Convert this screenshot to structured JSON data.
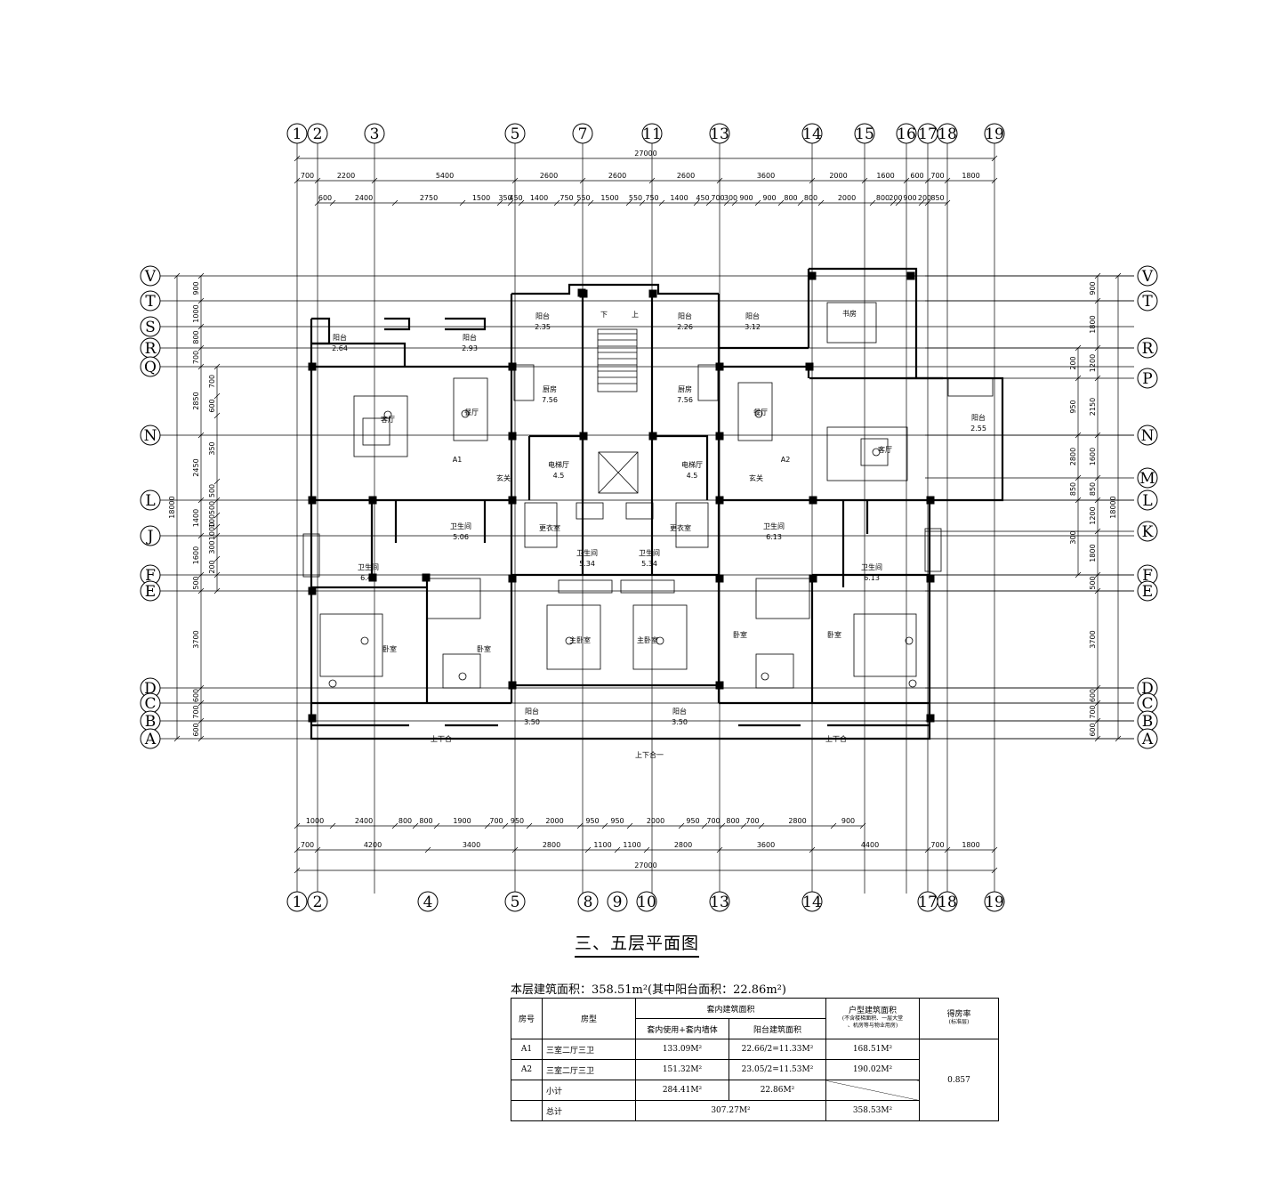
{
  "title": "三、五层平面图",
  "area_summary": "本层建筑面积：358.51m²(其中阳台面积：22.86m²)",
  "axes": {
    "top": [
      "1",
      "2",
      "3",
      "5",
      "7",
      "11",
      "13",
      "14",
      "15",
      "16",
      "17",
      "18",
      "19"
    ],
    "bottom": [
      "1",
      "2",
      "4",
      "5",
      "8",
      "9",
      "10",
      "13",
      "14",
      "17",
      "18",
      "19"
    ],
    "left": [
      "V",
      "T",
      "S",
      "R",
      "Q",
      "N",
      "L",
      "J",
      "F",
      "E",
      "D",
      "C",
      "B",
      "A"
    ],
    "right": [
      "V",
      "T",
      "R",
      "P",
      "N",
      "M",
      "L",
      "K",
      "F",
      "E",
      "D",
      "C",
      "B",
      "A"
    ]
  },
  "dims": {
    "top_total": "27000",
    "top_row1": [
      "700",
      "2200",
      "5400",
      "2600",
      "2600",
      "2600",
      "3600",
      "2000",
      "1600",
      "600",
      "700",
      "1800"
    ],
    "top_row2": [
      "600",
      "2400",
      "2750",
      "1500",
      "350",
      "450",
      "1400",
      "750",
      "550",
      "1500",
      "550",
      "750",
      "1400",
      "450",
      "700",
      "300",
      "900",
      "900",
      "800",
      "800",
      "2000",
      "800",
      "200",
      "900",
      "200",
      "850"
    ],
    "bottom_total": "27000",
    "bottom_row1": [
      "1000",
      "2400",
      "800",
      "800",
      "1900",
      "700",
      "950",
      "2000",
      "950",
      "950",
      "2000",
      "950",
      "700",
      "800",
      "700",
      "2800",
      "900"
    ],
    "bottom_row2": [
      "700",
      "4200",
      "3400",
      "2800",
      "1100",
      "1100",
      "2800",
      "3600",
      "4400",
      "700",
      "1800"
    ],
    "left_total": "18000",
    "left_dims": [
      "900",
      "1000",
      "800",
      "700",
      "2850",
      "2450",
      "1400",
      "1600",
      "500",
      "3700",
      "600",
      "700",
      "600"
    ],
    "left_inner": [
      "700",
      "600",
      "350",
      "500",
      "500",
      "100",
      "1000",
      "300",
      "200"
    ],
    "right_total": "18000",
    "right_dims": [
      "900",
      "1800",
      "1200",
      "2150",
      "1600",
      "850",
      "1200",
      "1800",
      "500",
      "3700",
      "600",
      "700",
      "600"
    ],
    "right_inner": [
      "200",
      "950",
      "2800",
      "850",
      "300"
    ]
  },
  "rooms": [
    {
      "label": "阳台",
      "area": "2.64"
    },
    {
      "label": "阳台",
      "area": "2.93"
    },
    {
      "label": "阳台",
      "area": "2.35"
    },
    {
      "label": "阳台",
      "area": "2.26"
    },
    {
      "label": "阳台",
      "area": "3.12"
    },
    {
      "label": "书房",
      "area": ""
    },
    {
      "label": "厨房",
      "area": "7.56"
    },
    {
      "label": "厨房",
      "area": "7.56"
    },
    {
      "label": "客厅",
      "area": ""
    },
    {
      "label": "餐厅",
      "area": ""
    },
    {
      "label": "餐厅",
      "area": ""
    },
    {
      "label": "客厅",
      "area": ""
    },
    {
      "label": "阳台",
      "area": "2.55"
    },
    {
      "label": "玄关",
      "area": ""
    },
    {
      "label": "电梯厅",
      "area": "4.5"
    },
    {
      "label": "电梯厅",
      "area": "4.5"
    },
    {
      "label": "玄关",
      "area": ""
    },
    {
      "label": "卫生间",
      "area": "5.06"
    },
    {
      "label": "卫生间",
      "area": "6.43"
    },
    {
      "label": "更衣室",
      "area": ""
    },
    {
      "label": "卫生间",
      "area": "5.34"
    },
    {
      "label": "卫生间",
      "area": "5.34"
    },
    {
      "label": "更衣室",
      "area": ""
    },
    {
      "label": "卫生间",
      "area": "6.13"
    },
    {
      "label": "卫生间",
      "area": "6.13"
    },
    {
      "label": "卧室",
      "area": ""
    },
    {
      "label": "卧室",
      "area": ""
    },
    {
      "label": "主卧室",
      "area": ""
    },
    {
      "label": "主卧室",
      "area": ""
    },
    {
      "label": "卧室",
      "area": ""
    },
    {
      "label": "卧室",
      "area": ""
    },
    {
      "label": "阳台",
      "area": "3.50"
    },
    {
      "label": "阳台",
      "area": "3.50"
    }
  ],
  "unit_tags": [
    "A1",
    "A2"
  ],
  "stair_labels": [
    "下",
    "上"
  ],
  "misc_labels": [
    "上下合一",
    "上下合一",
    "上下合一"
  ],
  "table": {
    "header": {
      "no": "房号",
      "type": "房型",
      "interior": "套内建筑面积",
      "interior_sub1": "套内使用+套内墙体",
      "interior_sub2": "阳台建筑面积",
      "unit_area": "户型建筑面积",
      "unit_area_note1": "(不含楼梯面积、一层大堂",
      "unit_area_note2": "、机房等与物业用房)",
      "ratio": "得房率",
      "ratio_note": "(标准层)"
    },
    "rows": [
      {
        "no": "A1",
        "type": "三室二厅三卫",
        "use": "133.09M²",
        "balcony": "22.66/2=11.33M²",
        "area": "168.51M²"
      },
      {
        "no": "A2",
        "type": "三室二厅三卫",
        "use": "151.32M²",
        "balcony": "23.05/2=11.53M²",
        "area": "190.02M²"
      }
    ],
    "subtotal": {
      "label": "小计",
      "use": "284.41M²",
      "balcony": "22.86M²"
    },
    "total": {
      "label": "总计",
      "interior": "307.27M²",
      "area": "358.53M²"
    },
    "ratio_value": "0.857"
  }
}
